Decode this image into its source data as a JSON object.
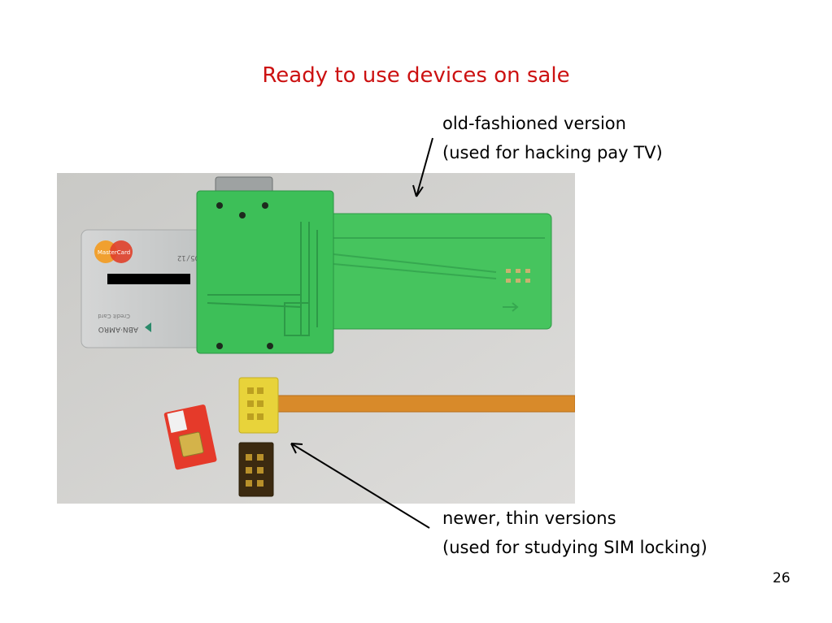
{
  "slide": {
    "title": "Ready to use devices on sale",
    "captions": {
      "top_line1": "old-fashioned version",
      "top_line2": "(used for hacking pay TV)",
      "bottom_line1": "newer, thin versions",
      "bottom_line2": "(used for studying SIM locking)"
    },
    "page_number": "26"
  },
  "photo": {
    "card_brand_logo": "MasterCard",
    "card_bank_name": "ABN·AMRO",
    "card_type_label": "Credit Card",
    "card_expiry": "05/12"
  },
  "colors": {
    "title": "#cc1111",
    "pcb_green": "#3ec45a",
    "flex_cable": "#d88a2a",
    "sim_red": "#e53a2a"
  }
}
